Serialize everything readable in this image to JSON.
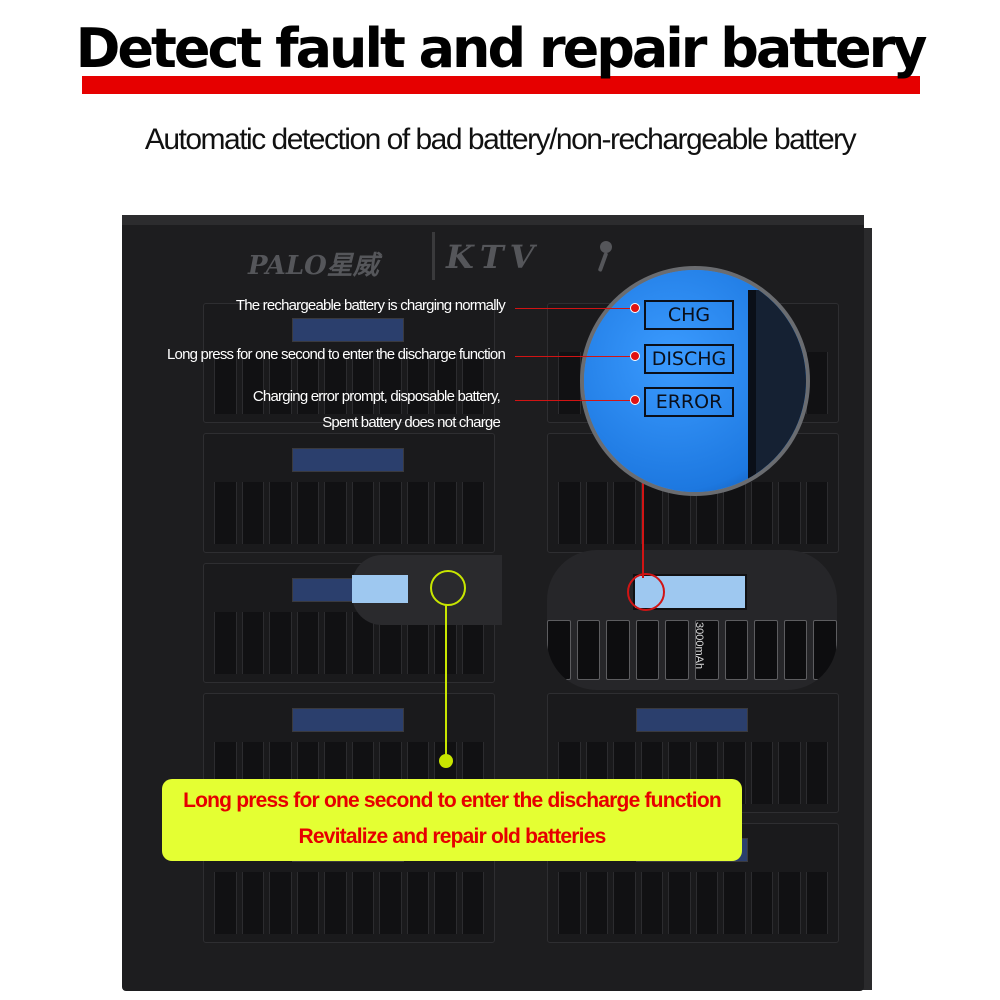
{
  "header": {
    "title": "Detect fault and repair battery",
    "subtitle": "Automatic detection of bad battery/non-rechargeable battery"
  },
  "device": {
    "brand": "PALO星威",
    "model_mark": "KTV",
    "battery_label": "3000mAh"
  },
  "lcd_zoom": {
    "indicators": [
      {
        "label": "CHG"
      },
      {
        "label": "DISCHG"
      },
      {
        "label": "ERROR"
      }
    ]
  },
  "annotations": {
    "chg": "The rechargeable battery is charging normally",
    "dischg": "Long press for one second to enter the discharge function",
    "error_line1": "Charging error prompt, disposable battery,",
    "error_line2": "Spent battery does not charge"
  },
  "callout": {
    "line1": "Long press for one second to enter the discharge function",
    "line2": "Revitalize and repair old batteries"
  },
  "colors": {
    "title_bar": "#e60000",
    "lcd_blue": "#2f8ff5",
    "callout_bg": "#e4ff33",
    "callout_text": "#e60000",
    "annotation_red": "#d11414",
    "highlight_green": "#c8e600"
  }
}
